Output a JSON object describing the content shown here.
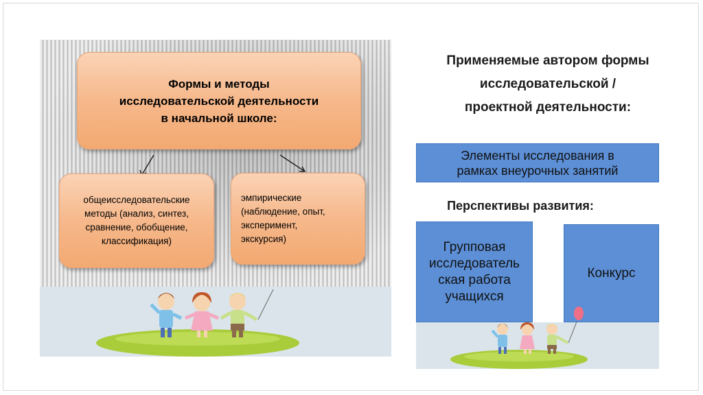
{
  "slide": {
    "diagram": {
      "main_box": {
        "lines": [
          "Формы и методы",
          "исследовательской деятельности",
          "в начальной школе:"
        ]
      },
      "general_box": {
        "lines": [
          "общеисследовательские",
          "методы (анализ, синтез,",
          "сравнение, обобщение,",
          "классификация)"
        ]
      },
      "empirical_box": {
        "lines": [
          "эмпирические",
          "(наблюдение, опыт,",
          "эксперимент,",
          "экскурсия)"
        ]
      }
    },
    "right": {
      "title_lines": [
        "Применяемые автором формы",
        "исследовательской /",
        "проектной деятельности:"
      ],
      "elements_box_lines": [
        "Элементы исследования в",
        "рамках внеурочных занятий"
      ],
      "perspectives_label": "Перспективы развития:",
      "group_box_lines": [
        "Групповая",
        "исследователь",
        "ская работа",
        "учащихся"
      ],
      "contest_label": "Конкурс"
    }
  },
  "colors": {
    "box_orange": "#f6b88b",
    "box_blue": "#5c8fd6",
    "ground_grass": "#a8cc3a",
    "balloon": "#ef6f86"
  }
}
